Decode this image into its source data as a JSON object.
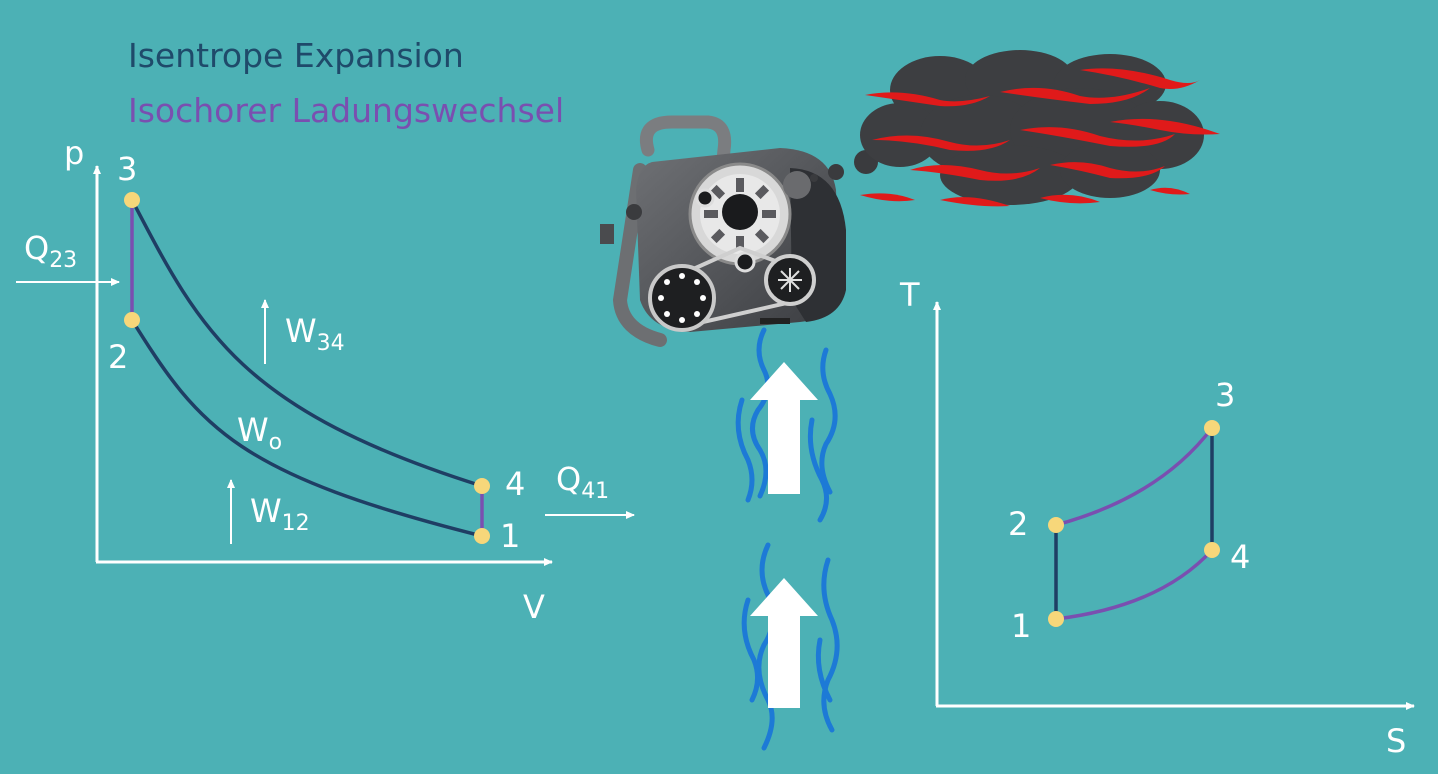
{
  "legend": {
    "line1": {
      "text": "Isentrope Expansion",
      "color": "#1f4a6a"
    },
    "line2": {
      "text": "Isochorer Ladungswechsel",
      "color": "#7a4fb0"
    }
  },
  "colors": {
    "background": "#4cb1b5",
    "isentrope": "#1f3e64",
    "isochore": "#7a4fb0",
    "point": "#f7d77a",
    "axis": "#ffffff"
  },
  "pv_diagram": {
    "y_axis_label": "p",
    "x_axis_label": "V",
    "points": [
      "1",
      "2",
      "3",
      "4"
    ],
    "heat_in": {
      "base": "Q",
      "sub": "23"
    },
    "heat_out": {
      "base": "Q",
      "sub": "41"
    },
    "work_expansion": {
      "base": "W",
      "sub": "34"
    },
    "work_compression": {
      "base": "W",
      "sub": "12"
    },
    "work_net": {
      "base": "W",
      "sub": "o"
    }
  },
  "ts_diagram": {
    "y_axis_label": "T",
    "x_axis_label": "S",
    "points": [
      "1",
      "2",
      "3",
      "4"
    ]
  },
  "illustration": {
    "icons": [
      "engine-icon",
      "exhaust-smoke-cloud-icon",
      "intake-airflow-arrow-icon",
      "heat-flames-icon"
    ]
  }
}
